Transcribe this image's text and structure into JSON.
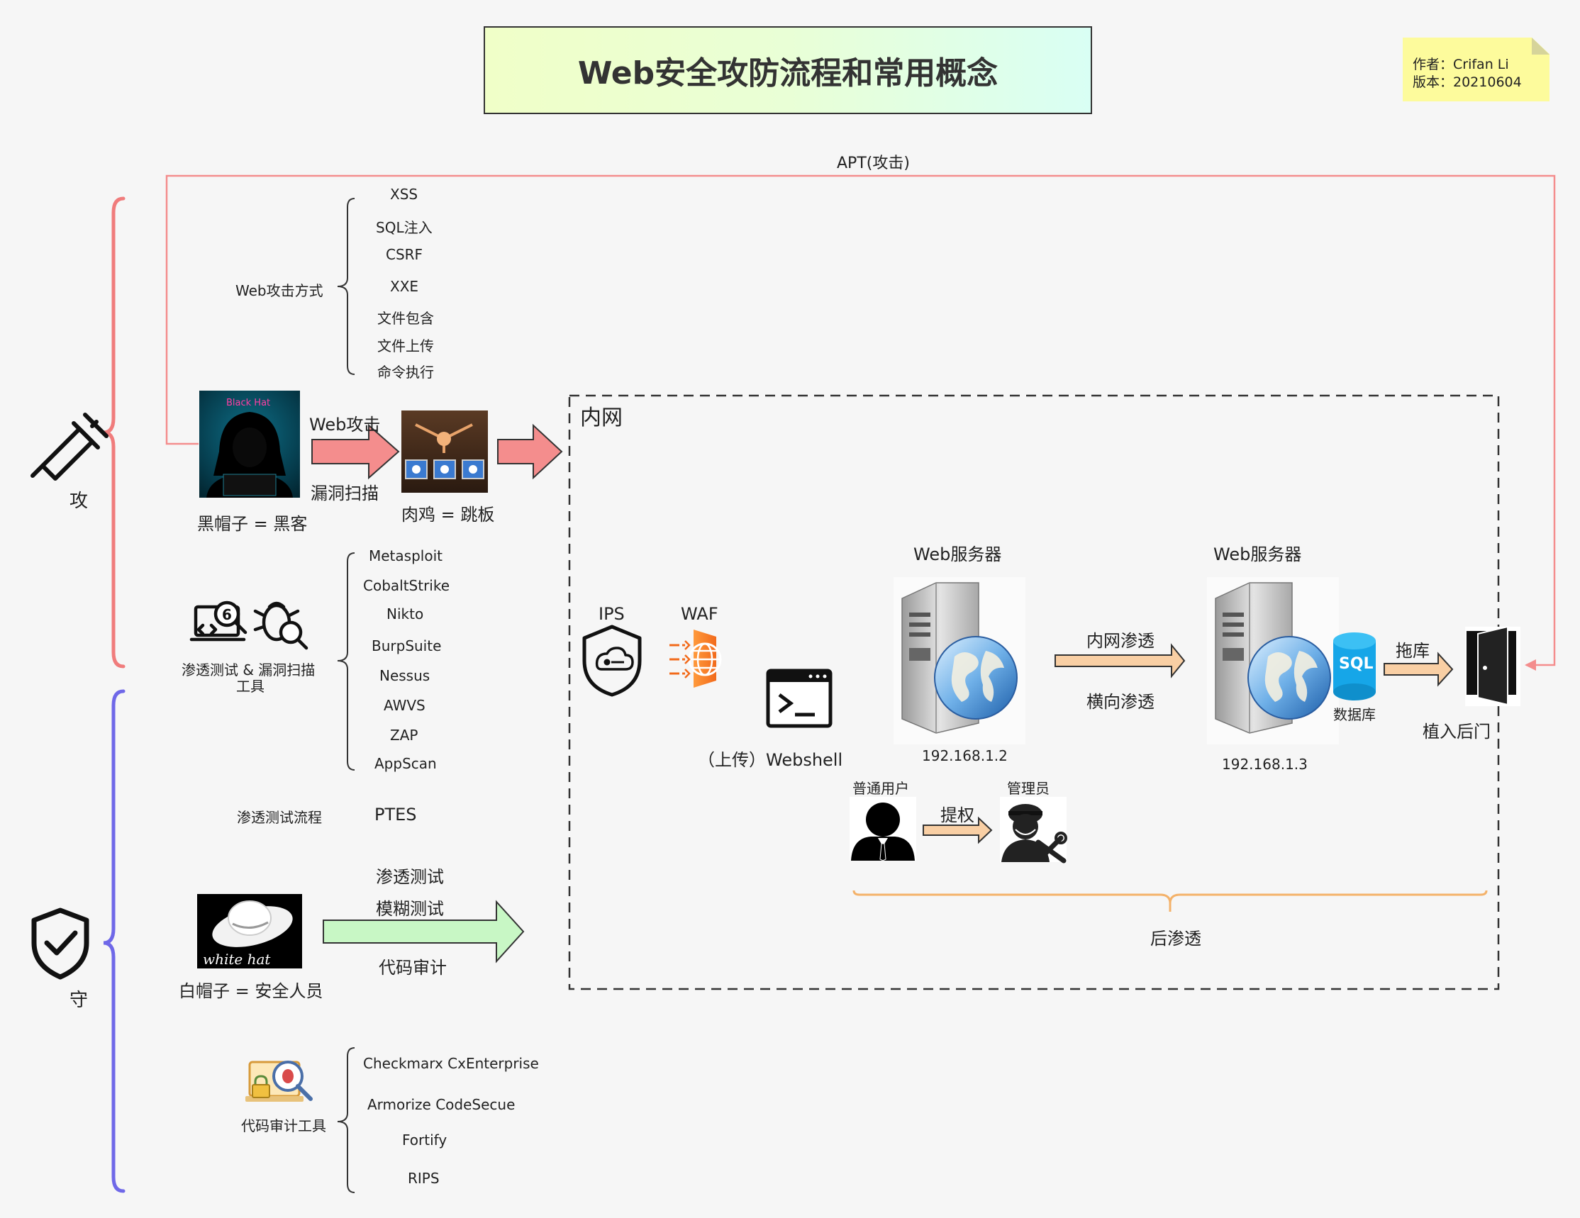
{
  "header": {
    "title": "Web安全攻防流程和常用概念",
    "author_line": "作者：Crifan Li",
    "version_line": "版本：20210604"
  },
  "apt_label": "APT(攻击)",
  "sections": {
    "attack_label": "攻",
    "defense_label": "守"
  },
  "web_attack": {
    "group_label": "Web攻击方式",
    "methods": [
      "XSS",
      "SQL注入",
      "CSRF",
      "XXE",
      "文件包含",
      "文件上传",
      "命令执行"
    ]
  },
  "black_hat": {
    "image_text": "Black Hat",
    "caption": "黑帽子 = 黑客",
    "arrow_top": "Web攻击",
    "arrow_bottom": "漏洞扫描"
  },
  "zombie": {
    "caption": "肉鸡 = 跳板"
  },
  "pentest_tools": {
    "caption_line1": "渗透测试 & 漏洞扫描",
    "caption_line2": "工具",
    "items": [
      "Metasploit",
      "CobaltStrike",
      "Nikto",
      "BurpSuite",
      "Nessus",
      "AWVS",
      "ZAP",
      "AppScan"
    ]
  },
  "pentest_process": {
    "label": "渗透测试流程",
    "value": "PTES"
  },
  "white_hat": {
    "image_text": "white hat",
    "caption": "白帽子 = 安全人员",
    "arrow_top1": "渗透测试",
    "arrow_top2": "模糊测试",
    "arrow_bottom": "代码审计"
  },
  "code_audit": {
    "label": "代码审计工具",
    "items": [
      "Checkmarx CxEnterprise",
      "Armorize CodeSecue",
      "Fortify",
      "RIPS"
    ]
  },
  "intranet": {
    "label": "内网",
    "ips": "IPS",
    "waf": "WAF",
    "webshell": "（上传）Webshell",
    "server1": {
      "title": "Web服务器",
      "ip": "192.168.1.2"
    },
    "server2": {
      "title": "Web服务器",
      "ip": "192.168.1.3"
    },
    "arrow_mid_top": "内网渗透",
    "arrow_mid_bottom": "横向渗透",
    "db_label": "数据库",
    "db_icon_text": "SQL",
    "drag_label": "拖库",
    "backdoor_label": "植入后门",
    "normal_user": "普通用户",
    "admin": "管理员",
    "escalate": "提权",
    "post_exploit": "后渗透"
  },
  "colors": {
    "attack": "#f07c7c",
    "defense": "#6f68e8",
    "red_arrow": "#f48d8d",
    "green_arrow": "#c8f7c5",
    "orange_arrow": "#f9cfa4",
    "post_brace": "#f4b26a"
  }
}
